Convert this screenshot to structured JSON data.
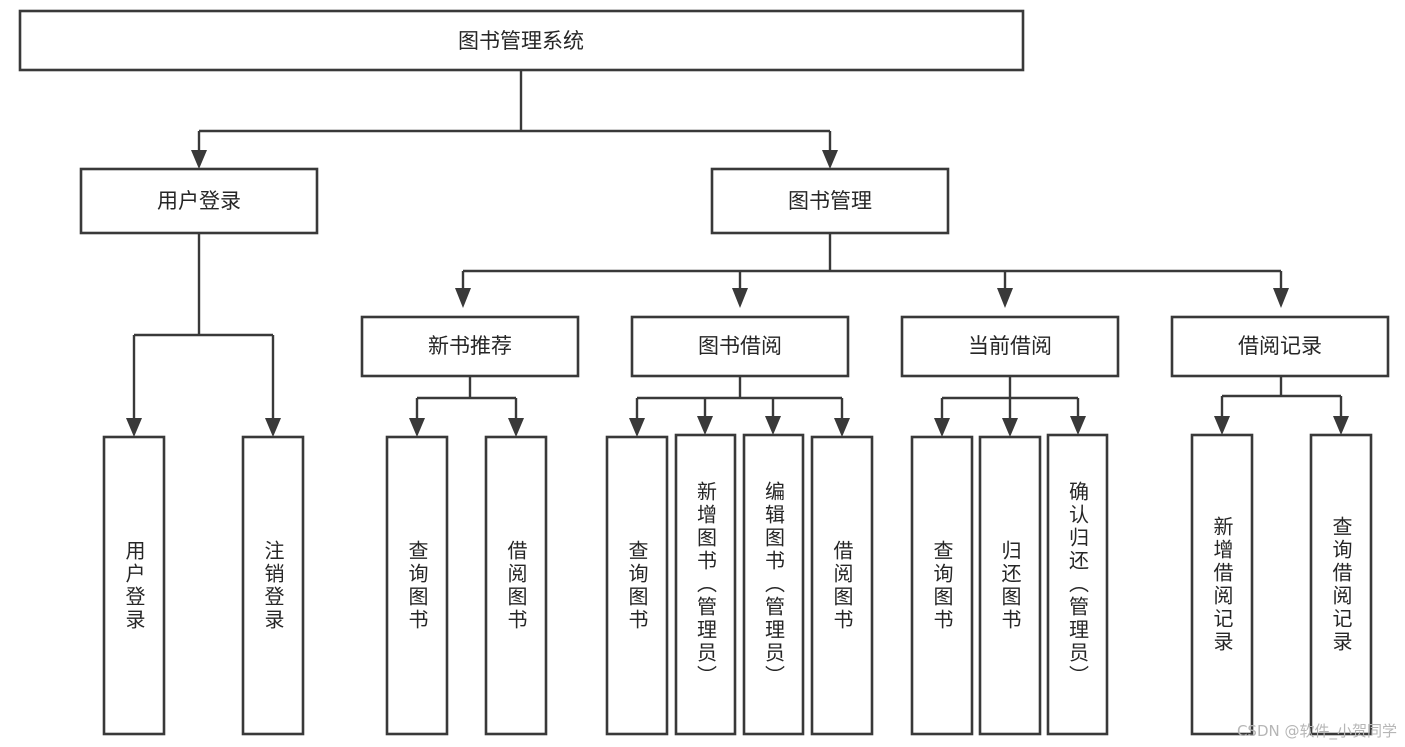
{
  "diagram": {
    "title": "图书管理系统",
    "type": "tree",
    "orientation": "top-down",
    "colors": {
      "background": "#ffffff",
      "box_fill": "#ffffff",
      "stroke": "#393939",
      "text": "#262626",
      "watermark": "#b6b6b6"
    },
    "root": {
      "label": "图书管理系统"
    },
    "level2": [
      {
        "label": "用户登录"
      },
      {
        "label": "图书管理"
      }
    ],
    "level3": [
      {
        "label": "新书推荐"
      },
      {
        "label": "图书借阅"
      },
      {
        "label": "当前借阅"
      },
      {
        "label": "借阅记录"
      }
    ],
    "leaves": {
      "user_login": [
        {
          "label": "用户登录"
        },
        {
          "label": "注销登录"
        }
      ],
      "new_book_recommend": [
        {
          "label": "查询图书"
        },
        {
          "label": "借阅图书"
        }
      ],
      "book_borrow": [
        {
          "label": "查询图书"
        },
        {
          "label": "新增图书（管理员）"
        },
        {
          "label": "编辑图书（管理员）"
        },
        {
          "label": "借阅图书"
        }
      ],
      "current_borrow": [
        {
          "label": "查询图书"
        },
        {
          "label": "归还图书"
        },
        {
          "label": "确认归还（管理员）"
        }
      ],
      "borrow_record": [
        {
          "label": "新增借阅记录"
        },
        {
          "label": "查询借阅记录"
        }
      ]
    }
  },
  "watermark": {
    "text": "CSDN @软件_小贺同学"
  }
}
